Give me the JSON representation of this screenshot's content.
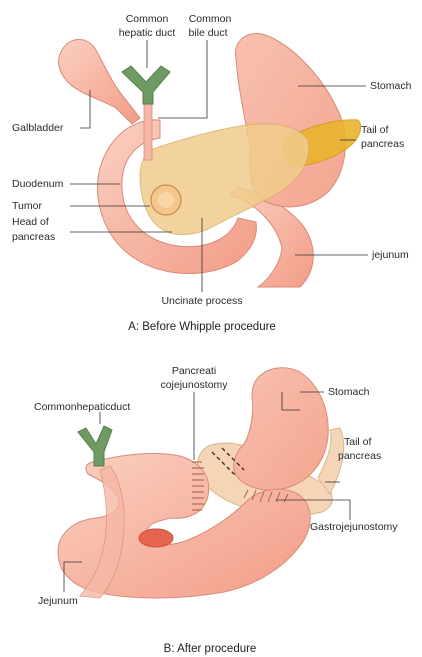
{
  "panel_a": {
    "labels": {
      "common_hepatic_duct": [
        "Common",
        "hepatic duct"
      ],
      "common_bile_duct": [
        "Common",
        "bile duct"
      ],
      "gallbladder": "Galbladder",
      "stomach": "Stomach",
      "tail_of_pancreas": [
        "Tail of",
        "pancreas"
      ],
      "duodenum": "Duodenum",
      "tumor": "Tumor",
      "head_of_pancreas": [
        "Head of",
        "pancreas"
      ],
      "jejunum": "jejunum",
      "uncinate_process": "Uncinate process"
    },
    "caption": "A: Before Whipple procedure"
  },
  "panel_b": {
    "labels": {
      "pancreaticojejunostomy": [
        "Pancreati",
        "cojejunostomy"
      ],
      "common_hepatic_duct": "Commonhepaticduct",
      "stomach": "Stomach",
      "tail_of_pancreas": [
        "Tail of",
        "pancreas"
      ],
      "gastrojejunostomy": "Gastrojejunostomy",
      "jejunum": "Jejunum"
    },
    "caption": "B: After procedure"
  },
  "colors": {
    "organ_fill": "#f4aa96",
    "organ_light": "#fbd3c7",
    "organ_stroke": "#d98a78",
    "pancreas_fill": "#f1cc8c",
    "pancreas_tail": "#e9b32c",
    "bile_duct": "#6f9a62",
    "leader_line": "#333333"
  }
}
